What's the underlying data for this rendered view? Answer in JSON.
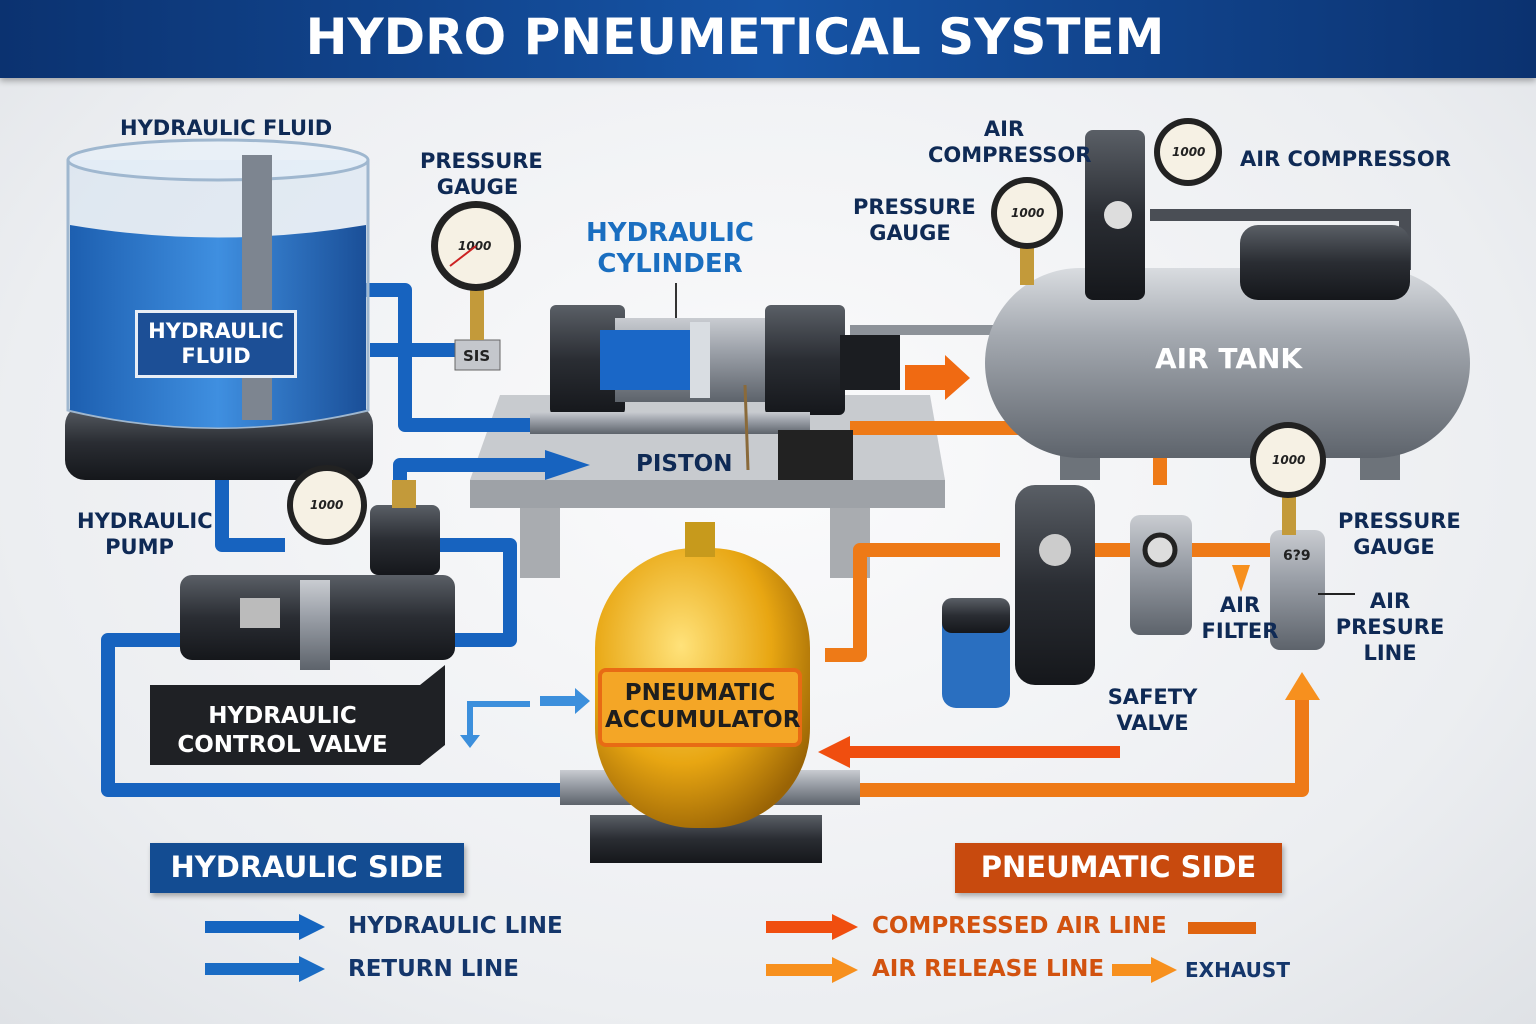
{
  "title": "HYDRO PNEUMETICAL SYSTEM",
  "labels": {
    "hydraulic_fluid_top": "HYDRAULIC FLUID",
    "hydraulic_fluid_box": [
      "HYDRAULIC",
      "FLUID"
    ],
    "pressure_gauge_left": [
      "PRESSURE",
      "GAUGE"
    ],
    "hydraulic_cylinder": [
      "HYDRAULIC",
      "CYLINDER"
    ],
    "piston": "PISTON",
    "air_compressor_left": [
      "AIR",
      "COMPRESSOR"
    ],
    "air_compressor_right": "AIR COMPRESSOR",
    "pressure_gauge_mid": [
      "PRESSURE",
      "GAUGE"
    ],
    "air_tank": "AIR TANK",
    "hydraulic_pump": [
      "HYDRAULIC",
      "PUMP"
    ],
    "hydraulic_control_valve": [
      "HYDRAULIC",
      "CONTROL VALVE"
    ],
    "pneumatic_accumulator": [
      "PNEUMATIC",
      "ACCUMULATOR"
    ],
    "safety_valve": [
      "SAFETY",
      "VALVE"
    ],
    "air_filter": [
      "AIR",
      "FILTER"
    ],
    "pressure_gauge_right": [
      "PRESSURE",
      "GAUGE"
    ],
    "air_presure_line": [
      "AIR",
      "PRESURE",
      "LINE"
    ],
    "fitting_mark": "SIS",
    "gauge_reading": "1000"
  },
  "legend": {
    "hydraulic_side": "HYDRAULIC SIDE",
    "pneumatic_side": "PNEUMATIC SIDE",
    "items": [
      {
        "label": "HYDRAULIC LINE",
        "color": "#1565c0"
      },
      {
        "label": "RETURN LINE",
        "color": "#1a6cc4"
      },
      {
        "label": "COMPRESSED AIR LINE",
        "color": "#f04e0f"
      },
      {
        "label": "AIR RELEASE LINE",
        "color": "#f7901e"
      },
      {
        "label": "EXHAUST",
        "color": "#f7901e"
      }
    ]
  },
  "colors": {
    "hydraulic": "#1565c0",
    "pneumatic": "#e8660e",
    "header": "#0f3d82",
    "text": "#0f2a55"
  }
}
